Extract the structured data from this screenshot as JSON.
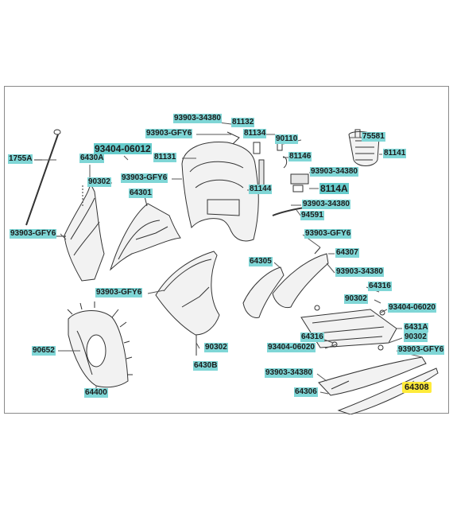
{
  "diagram": {
    "labels": {
      "p1755A": "1755A",
      "p6430A": "6430A",
      "p90302_a": "90302",
      "p93903GFY6_a": "93903-GFY6",
      "p93404_06012": "93404-06012",
      "p93903_34380_a": "93903-34380",
      "p81132": "81132",
      "p93903GFY6_b": "93903-GFY6",
      "p81134": "81134",
      "p90110": "90110",
      "p75581": "75581",
      "p81131": "81131",
      "p81146": "81146",
      "p81141": "81141",
      "p93903GFY6_c": "93903-GFY6",
      "p93903_34380_b": "93903-34380",
      "p64301": "64301",
      "p81144": "81144",
      "p8114A": "8114A",
      "p93903_34380_c": "93903-34380",
      "p94591": "94591",
      "p93903GFY6_d": "93903-GFY6",
      "p64305": "64305",
      "p64307": "64307",
      "p93903_34380_d": "93903-34380",
      "p64316_a": "64316",
      "p93903GFY6_e": "93903-GFY6",
      "p90302_b": "90302",
      "p93404_06020_a": "93404-06020",
      "p6431A": "6431A",
      "p90302_c": "90302",
      "p90652": "90652",
      "p64316_b": "64316",
      "p93404_06020_b": "93404-06020",
      "p90302_d": "90302",
      "p6430B": "6430B",
      "p93903GFY6_f": "93903-GFY6",
      "p93903_34380_e": "93903-34380",
      "p64400": "64400",
      "p64306": "64306",
      "p64308": "64308"
    },
    "colors": {
      "label_bg": "#7fd6d6",
      "highlight_bg": "#ffeb3b",
      "line": "#333333",
      "part_fill": "#f2f2f2"
    }
  }
}
